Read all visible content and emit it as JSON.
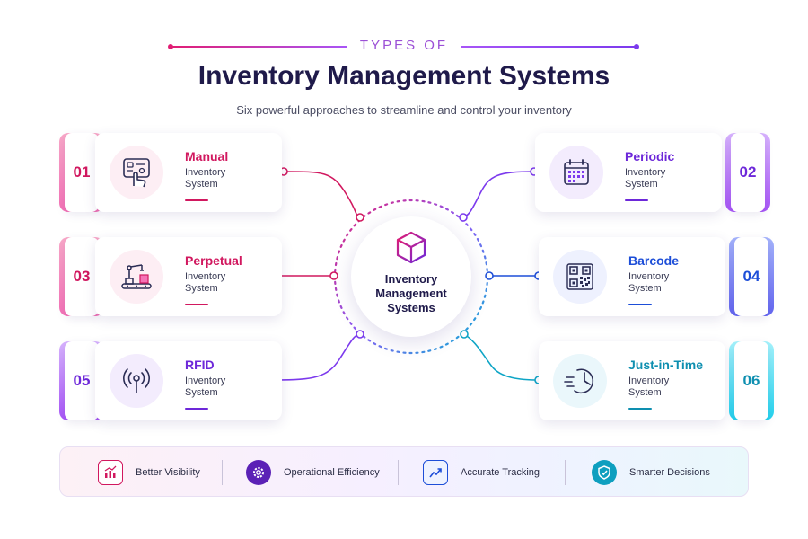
{
  "header": {
    "kicker": "TYPES OF",
    "title": "Inventory Management Systems",
    "subtitle": "Six powerful approaches to streamline and control your inventory"
  },
  "hub": {
    "lines": [
      "Inventory",
      "Management",
      "Systems"
    ]
  },
  "systems": [
    {
      "number": "01",
      "title": "Manual",
      "line1": "Inventory",
      "line2": "System",
      "icon": "hand-touch-panel-icon",
      "color": "#d1185f"
    },
    {
      "number": "02",
      "title": "Periodic",
      "line1": "Inventory",
      "line2": "System",
      "icon": "calendar-icon",
      "color": "#6d28d9"
    },
    {
      "number": "03",
      "title": "Perpetual",
      "line1": "Inventory",
      "line2": "System",
      "icon": "robotic-arm-conveyor-icon",
      "color": "#d1185f"
    },
    {
      "number": "04",
      "title": "Barcode",
      "line1": "Inventory",
      "line2": "System",
      "icon": "qr-code-icon",
      "color": "#1d4ed8"
    },
    {
      "number": "05",
      "title": "RFID",
      "line1": "Inventory",
      "line2": "System",
      "icon": "rfid-signal-icon",
      "color": "#6d28d9"
    },
    {
      "number": "06",
      "title": "Just-in-Time",
      "line1": "Inventory",
      "line2": "System",
      "icon": "fast-clock-icon",
      "color": "#0e8fb0"
    }
  ],
  "benefits": [
    {
      "label": "Better Visibility",
      "icon": "bar-chart-icon",
      "color": "#d1185f"
    },
    {
      "label": "Operational Efficiency",
      "icon": "gear-icon",
      "color": "#6d28d9"
    },
    {
      "label": "Accurate Tracking",
      "icon": "trend-up-icon",
      "color": "#1d4ed8"
    },
    {
      "label": "Smarter Decisions",
      "icon": "shield-check-icon",
      "color": "#0e9fbf"
    }
  ]
}
